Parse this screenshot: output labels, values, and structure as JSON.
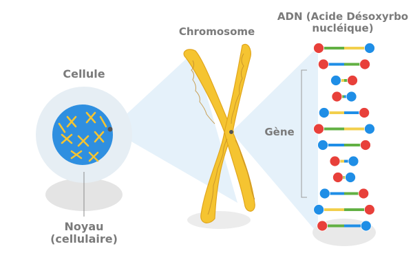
{
  "labels": {
    "cellule": "Cellule",
    "noyau_line1": "Noyau",
    "noyau_line2": "(cellulaire)",
    "chromosome": "Chromosome",
    "adn_line1": "ADN (Acide Désoxyrbo",
    "adn_line2": "nucléique)",
    "gene": "Gène"
  },
  "colors": {
    "chromosome_fill": "#f5c431",
    "chromosome_edge": "#e0a51c",
    "nucleus_fill": "#2f8fe0",
    "cell_halo": "#e6eef4",
    "zoom_beam": "#dcecf8",
    "atom_red": "#e8403a",
    "atom_blue": "#1f8ee6",
    "bond_green": "#62b043",
    "bond_yellow": "#f2cf4c",
    "label_text": "#7a7a7a"
  },
  "dna": {
    "rung_colors": [
      [
        "red",
        "green",
        "yellow",
        "blue"
      ],
      [
        "red",
        "blue",
        "green",
        "red"
      ],
      [
        "blue",
        "yellow",
        "green",
        "red"
      ],
      [
        "blue",
        "green",
        "blue",
        "red"
      ],
      [
        "red",
        "yellow",
        "blue",
        "blue"
      ],
      [
        "blue",
        "green",
        "yellow",
        "red"
      ],
      [
        "red",
        "blue",
        "green",
        "blue"
      ],
      [
        "blue",
        "yellow",
        "blue",
        "red"
      ],
      [
        "red",
        "green",
        "yellow",
        "blue"
      ],
      [
        "blue",
        "blue",
        "green",
        "red"
      ],
      [
        "blue",
        "yellow",
        "green",
        "red"
      ],
      [
        "red",
        "green",
        "blue",
        "blue"
      ]
    ]
  }
}
